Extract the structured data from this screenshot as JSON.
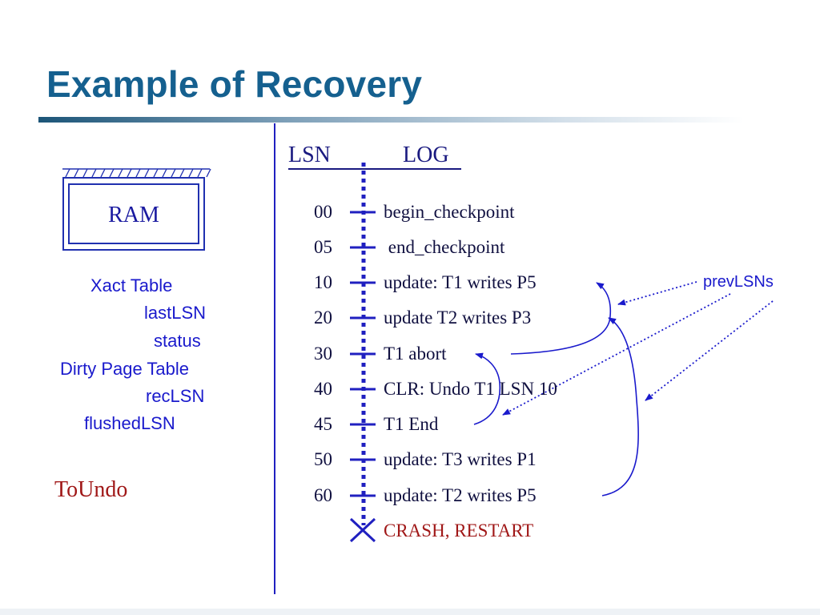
{
  "slide": {
    "title": "Example of Recovery"
  },
  "ram": {
    "label": "RAM"
  },
  "memory_structures": [
    {
      "text": "Xact Table"
    },
    {
      "text": "lastLSN"
    },
    {
      "text": "status"
    },
    {
      "text": "Dirty Page Table"
    },
    {
      "text": "recLSN"
    },
    {
      "text": "flushedLSN"
    }
  ],
  "toundo": "ToUndo",
  "log": {
    "header_lsn": "LSN",
    "header_log": "LOG",
    "records": [
      {
        "lsn": "00",
        "text": "begin_checkpoint"
      },
      {
        "lsn": "05",
        "text": " end_checkpoint"
      },
      {
        "lsn": "10",
        "text": "update: T1 writes P5"
      },
      {
        "lsn": "20",
        "text": "update T2 writes P3"
      },
      {
        "lsn": "30",
        "text": "T1 abort"
      },
      {
        "lsn": "40",
        "text": "CLR: Undo T1 LSN 10"
      },
      {
        "lsn": "45",
        "text": "T1 End"
      },
      {
        "lsn": "50",
        "text": "update: T3 writes P1"
      },
      {
        "lsn": "60",
        "text": "update: T2 writes P5"
      }
    ],
    "crash_text": "CRASH, RESTART"
  },
  "annotation": {
    "label": "prevLSNs"
  },
  "colors": {
    "title": "#15608f",
    "accent_blue": "#1a1acc",
    "crash_red": "#a01818",
    "log_line": "#2020c0"
  }
}
